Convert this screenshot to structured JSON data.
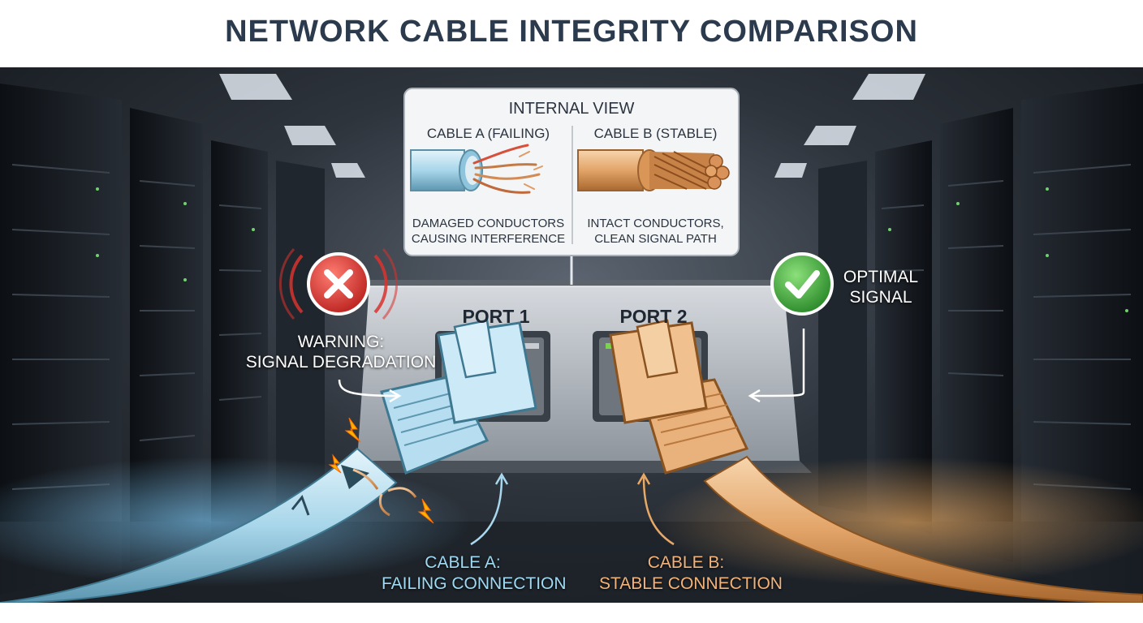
{
  "title": "NETWORK CABLE INTEGRITY COMPARISON",
  "internal_view": {
    "heading": "INTERNAL VIEW",
    "cable_a_label": "CABLE A (FAILING)",
    "cable_b_label": "CABLE B (STABLE)",
    "cable_a_desc_line1": "DAMAGED CONDUCTORS",
    "cable_a_desc_line2": "CAUSING INTERFERENCE",
    "cable_b_desc_line1": "INTACT CONDUCTORS,",
    "cable_b_desc_line2": "CLEAN SIGNAL PATH"
  },
  "ports": {
    "port1": "PORT 1",
    "port2": "PORT 2"
  },
  "warning": {
    "line1": "WARNING:",
    "line2": "SIGNAL DEGRADATION",
    "icon": "x-circle-icon",
    "color": "#d8322e"
  },
  "optimal": {
    "line1": "OPTIMAL",
    "line2": "SIGNAL",
    "icon": "check-circle-icon",
    "color": "#3aa83a"
  },
  "cable_a": {
    "line1": "CABLE A:",
    "line2": "FAILING CONNECTION",
    "color": "#a9d8ee"
  },
  "cable_b": {
    "line1": "CABLE B:",
    "line2": "STABLE CONNECTION",
    "color": "#e8a866"
  }
}
